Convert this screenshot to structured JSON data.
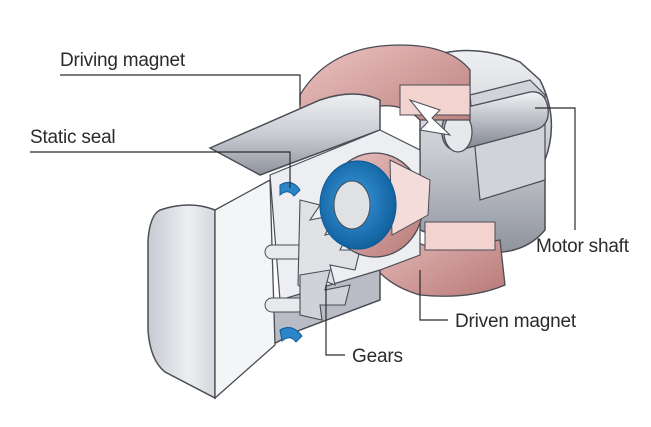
{
  "labels": {
    "driving_magnet": "Driving magnet",
    "static_seal": "Static seal",
    "motor_shaft": "Motor shaft",
    "driven_magnet": "Driven magnet",
    "gears": "Gears"
  },
  "colors": {
    "housing_light": "#dcdde2",
    "housing_mid": "#b9bcc4",
    "housing_dark": "#8f939c",
    "magnet_pink": "#d9a6a4",
    "magnet_pink_dark": "#b87a78",
    "rotor_blue": "#1f7fc4",
    "rotor_blue_dark": "#0f5c99",
    "seal_blue": "#2a86c8",
    "outline": "#4a4d55"
  }
}
